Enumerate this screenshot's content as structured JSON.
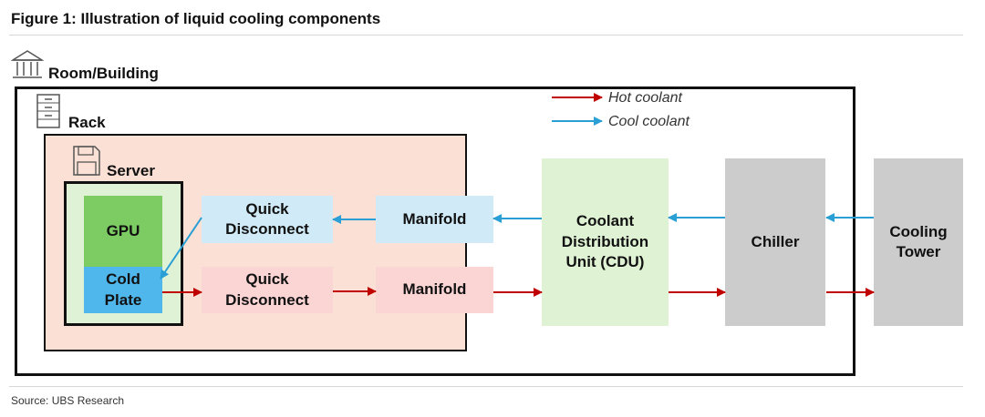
{
  "title": "Figure 1: Illustration of liquid cooling components",
  "source": "Source: UBS Research",
  "labels": {
    "room": "Room/Building",
    "rack": "Rack",
    "server": "Server"
  },
  "legend": {
    "hot": "Hot coolant",
    "cool": "Cool coolant"
  },
  "components": {
    "gpu": "GPU",
    "cold_plate": "Cold\nPlate",
    "qd_cool": "Quick\nDisconnect",
    "qd_hot": "Quick\nDisconnect",
    "manifold_cool": "Manifold",
    "manifold_hot": "Manifold",
    "cdu": "Coolant\nDistribution\nUnit (CDU)",
    "chiller": "Chiller",
    "cooling_tower": "Cooling\nTower"
  },
  "colors": {
    "hot": "#c00000",
    "cool": "#2a9fd6",
    "rack_fill": "#fbe0d5",
    "server_fill": "#e0f2d6",
    "gpu_fill": "#7ccc63",
    "cold_plate_fill": "#4fb7ec",
    "qd_cool_fill": "#d0eaf7",
    "qd_hot_fill": "#fbd4d4",
    "cdu_fill": "#dff2d4",
    "chiller_fill": "#cccccc"
  }
}
